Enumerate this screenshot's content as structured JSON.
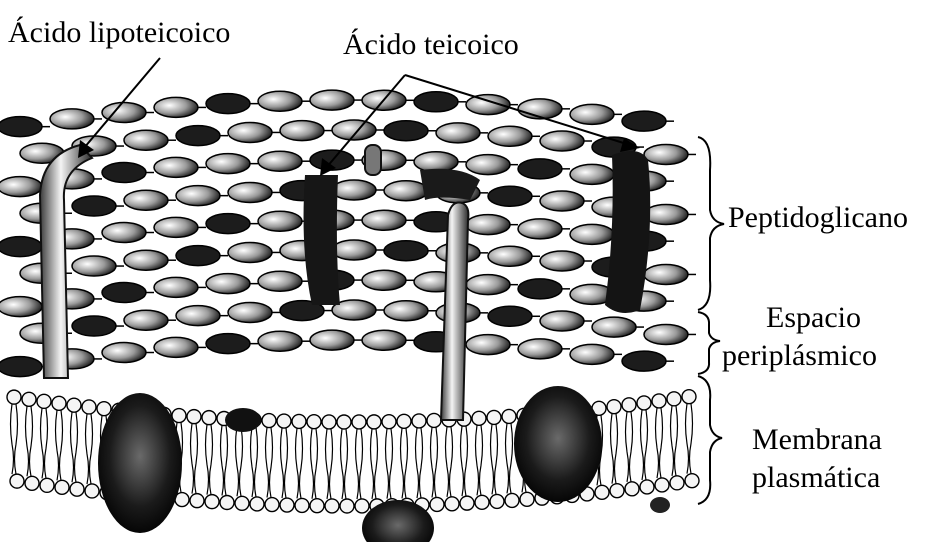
{
  "labels": {
    "lipoteichoic": "Ácido lipoteicoico",
    "teichoic": "Ácido teicoico",
    "peptidoglycan": "Peptidoglicano",
    "periplasmic_space_line1": "Espacio",
    "periplasmic_space_line2": "periplásmico",
    "plasma_membrane_line1": "Membrana",
    "plasma_membrane_line2": "plasmática"
  },
  "colors": {
    "ink": "#000000",
    "background": "#ffffff",
    "light_fill": "#f2f2f2",
    "dark_fill": "#1a1a1a"
  }
}
